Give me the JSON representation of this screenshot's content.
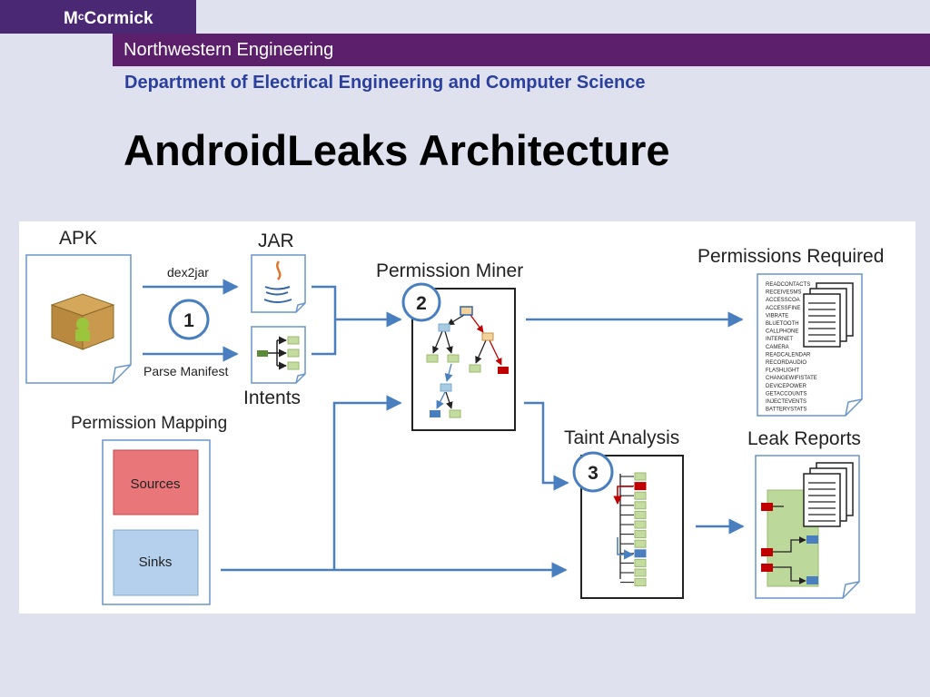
{
  "header": {
    "brand_prefix": "M",
    "brand_sup": "c",
    "brand_rest": "Cormick",
    "school": "Northwestern Engineering",
    "department": "Department of Electrical Engineering and Computer Science"
  },
  "slide": {
    "title": "AndroidLeaks Architecture"
  },
  "diagram": {
    "apk": "APK",
    "jar": "JAR",
    "intents": "Intents",
    "dex2jar": "dex2jar",
    "parse_manifest": "Parse  Manifest",
    "permission_miner": "Permission Miner",
    "permission_mapping": "Permission Mapping",
    "sources": "Sources",
    "sinks": "Sinks",
    "taint_analysis": "Taint Analysis",
    "permissions_required": "Permissions Required",
    "leak_reports": "Leak Reports",
    "step1": "1",
    "step2": "2",
    "step3": "3",
    "permissions": [
      "READCONTACTS",
      "RECEIVESMS",
      "ACCESSCOA",
      "ACCESSFINE",
      "VIBRATE",
      "BLUETOOTH",
      "CALLPHONE",
      "INTERNET",
      "CAMERA",
      "READCALENDAR",
      "RECORDAUDIO",
      "FLASHLIGHT",
      "CHANGEWIFISTATE",
      "DEVICEPOWER",
      "GETACCOUNTS",
      "INJECTEVENTS",
      "BATTERYSTATS"
    ]
  }
}
